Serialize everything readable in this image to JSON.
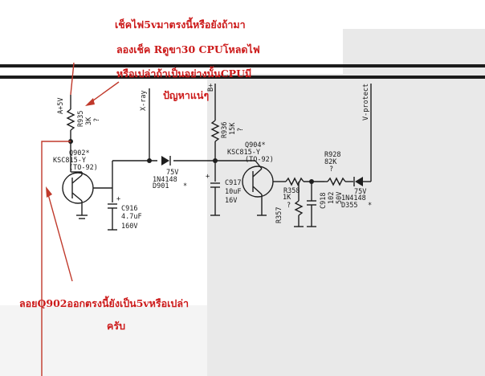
{
  "annotations": {
    "top_note": {
      "line1": "เช็คไฟ5vมาตรงนี้หรือยังถ้ามา",
      "line2": "ลองเช็ค Rดูขา30 CPUโหลดไฟ",
      "line3": "หรือเปล่าถ้าเป็นอย่างนั้นCPUมี",
      "line4": "ปัญหาแน่ๆ"
    },
    "bottom_note": {
      "line1": "ลอยQ902ออกตรงนี้ยังเป็น5vหรือเปล่า",
      "line2": "ครับ"
    }
  },
  "schematic": {
    "supply_label": "A+5V",
    "b_plus_label": "B+",
    "xray_label": "X-ray",
    "vprotect_label": "V-protect",
    "r935": {
      "ref": "R935",
      "value": "3K",
      "note": "?"
    },
    "r936": {
      "ref": "R936",
      "value": "15K",
      "note": "?"
    },
    "q902": {
      "ref": "Q902*",
      "part": "KSC815-Y",
      "pkg": "(TO-92)"
    },
    "q904": {
      "ref": "Q904*",
      "part": "KSC815-Y",
      "pkg": "(TO-92)"
    },
    "c916": {
      "ref": "C916",
      "value": "4.7uF",
      "voltage": "160V"
    },
    "d901": {
      "ref": "D901",
      "part": "1N4148",
      "volt": "75V",
      "star": "*"
    },
    "c917": {
      "ref": "C917",
      "value": "10uF",
      "voltage": "16V"
    },
    "r928": {
      "ref": "R928",
      "value": "82K",
      "note": "?"
    },
    "r358": {
      "ref": "R358"
    },
    "r357": {
      "ref": "R357",
      "value": "1K",
      "note": "?"
    },
    "c918": {
      "ref": "C918",
      "value": "102",
      "voltage": "50V"
    },
    "d355": {
      "ref": "D355",
      "part": "1N4148",
      "volt": "75V",
      "star": "*"
    }
  }
}
